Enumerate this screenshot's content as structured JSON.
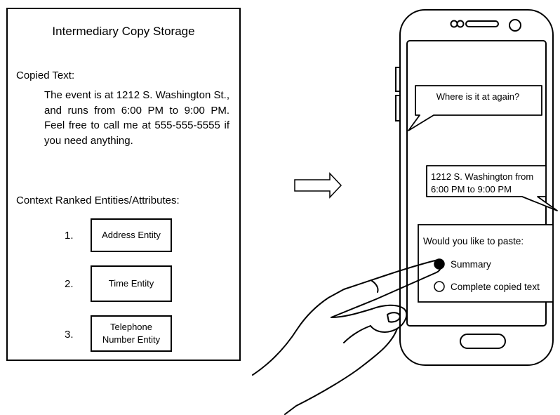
{
  "storage": {
    "title": "Intermediary Copy Storage",
    "copied_label": "Copied Text:",
    "copied_text": "The event is at 1212 S. Washington St., and runs from 6:00 PM to 9:00 PM. Feel free to call me at 555-555-5555 if you need anything.",
    "entities_label": "Context Ranked Entities/Attributes:",
    "entities": [
      {
        "rank": "1.",
        "label": "Address Entity"
      },
      {
        "rank": "2.",
        "label": "Time Entity"
      },
      {
        "rank": "3.",
        "label_line1": "Telephone",
        "label_line2": "Number Entity"
      }
    ]
  },
  "phone": {
    "bubble_question": "Where is it at again?",
    "bubble_answer_line1": "1212 S. Washington from",
    "bubble_answer_line2": "6:00 PM to 9:00 PM",
    "paste_prompt": "Would you like to paste:",
    "options": [
      {
        "label": "Summary",
        "selected": true
      },
      {
        "label": "Complete copied text",
        "selected": false
      }
    ]
  }
}
